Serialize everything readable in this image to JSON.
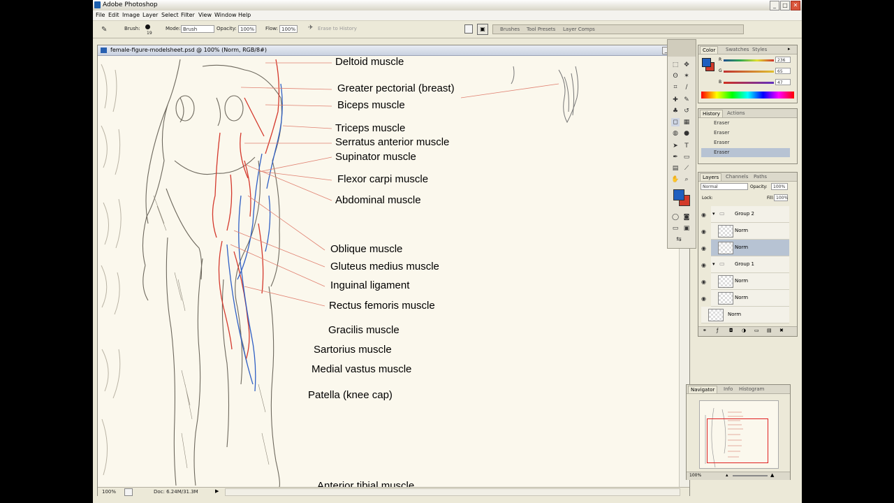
{
  "app": {
    "title": "Adobe Photoshop"
  },
  "menu": [
    "File",
    "Edit",
    "Image",
    "Layer",
    "Select",
    "Filter",
    "View",
    "Window",
    "Help"
  ],
  "options": {
    "brush_label": "Brush:",
    "brush_size": "19",
    "mode_label": "Mode:",
    "mode_value": "Brush",
    "opacity_label": "Opacity:",
    "opacity_value": "100%",
    "flow_label": "Flow:",
    "flow_value": "100%",
    "erase_history": "Erase to History",
    "wells": [
      "Brushes",
      "Tool Presets",
      "Layer Comps"
    ]
  },
  "document": {
    "title": "female-figure-modelsheet.psd @ 100% (Norm, RGB/8#)",
    "zoom": "100%",
    "doc_size": "Doc: 6.24M/31.3M",
    "labels": [
      "Deltoid muscle",
      "Greater pectorial (breast)",
      "Biceps muscle",
      "Triceps muscle",
      "Serratus anterior muscle",
      "Supinator muscle",
      "Flexor carpi muscle",
      "Abdominal muscle",
      "Oblique muscle",
      "Gluteus medius muscle",
      "Inguinal ligament",
      "Rectus femoris muscle",
      "Gracilis muscle",
      "Sartorius muscle",
      "Medial vastus muscle",
      "Patella (knee cap)",
      "Anterior tibial muscle"
    ]
  },
  "color_panel": {
    "tabs": [
      "Color",
      "Swatches",
      "Styles"
    ],
    "channels": [
      {
        "label": "R",
        "value": "236"
      },
      {
        "label": "G",
        "value": "65"
      },
      {
        "label": "B",
        "value": "47"
      }
    ],
    "foreground": "#1f5fbf",
    "background": "#d23a2a"
  },
  "history_panel": {
    "tabs": [
      "History",
      "Actions"
    ],
    "items": [
      "Eraser",
      "Eraser",
      "Eraser",
      "Eraser"
    ]
  },
  "layers_panel": {
    "tabs": [
      "Layers",
      "Channels",
      "Paths"
    ],
    "blend_mode": "Normal",
    "opacity_label": "Opacity:",
    "opacity_value": "100%",
    "lock_label": "Lock:",
    "fill_label": "Fill:",
    "fill_value": "100%",
    "layers": [
      {
        "name": "Group 2",
        "kind": "group"
      },
      {
        "name": "Norm",
        "kind": "layer"
      },
      {
        "name": "Norm",
        "kind": "layer",
        "selected": true
      },
      {
        "name": "Group 1",
        "kind": "group"
      },
      {
        "name": "Norm",
        "kind": "layer"
      },
      {
        "name": "Norm",
        "kind": "layer"
      },
      {
        "name": "Norm",
        "kind": "layer"
      }
    ]
  },
  "navigator_panel": {
    "tabs": [
      "Navigator",
      "Info",
      "Histogram"
    ],
    "zoom": "100%"
  }
}
